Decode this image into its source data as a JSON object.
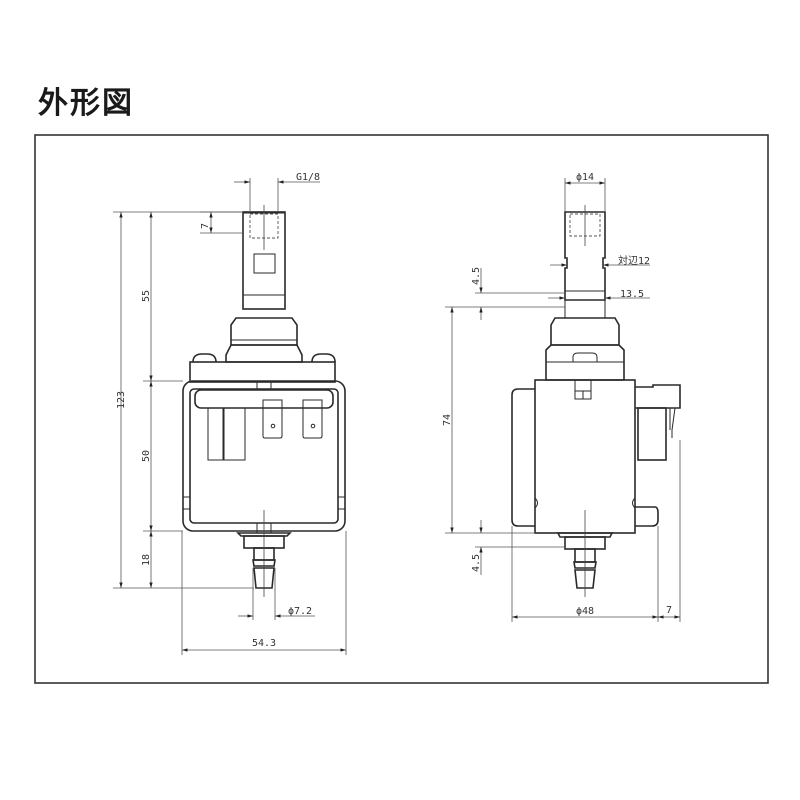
{
  "title": "外形図",
  "colors": {
    "line": "#2a2a2a",
    "dimension": "#555555",
    "background": "#ffffff"
  },
  "front_view": {
    "name": "front-view",
    "dimensions": {
      "thread": "G1/8",
      "thread_depth": "7",
      "upper_height": "55",
      "body_height": "50",
      "outlet_height": "18",
      "total_height": "123",
      "outlet_diameter": "ϕ7.2",
      "width": "54.3"
    }
  },
  "side_view": {
    "name": "side-view",
    "dimensions": {
      "inlet_diameter": "ϕ14",
      "hex_across_flats": "対辺12",
      "groove_diameter": "13.5",
      "upper_offset": "4.5",
      "body_height": "74",
      "lower_offset": "4.5",
      "coil_diameter": "ϕ48",
      "connector_depth": "7"
    }
  }
}
